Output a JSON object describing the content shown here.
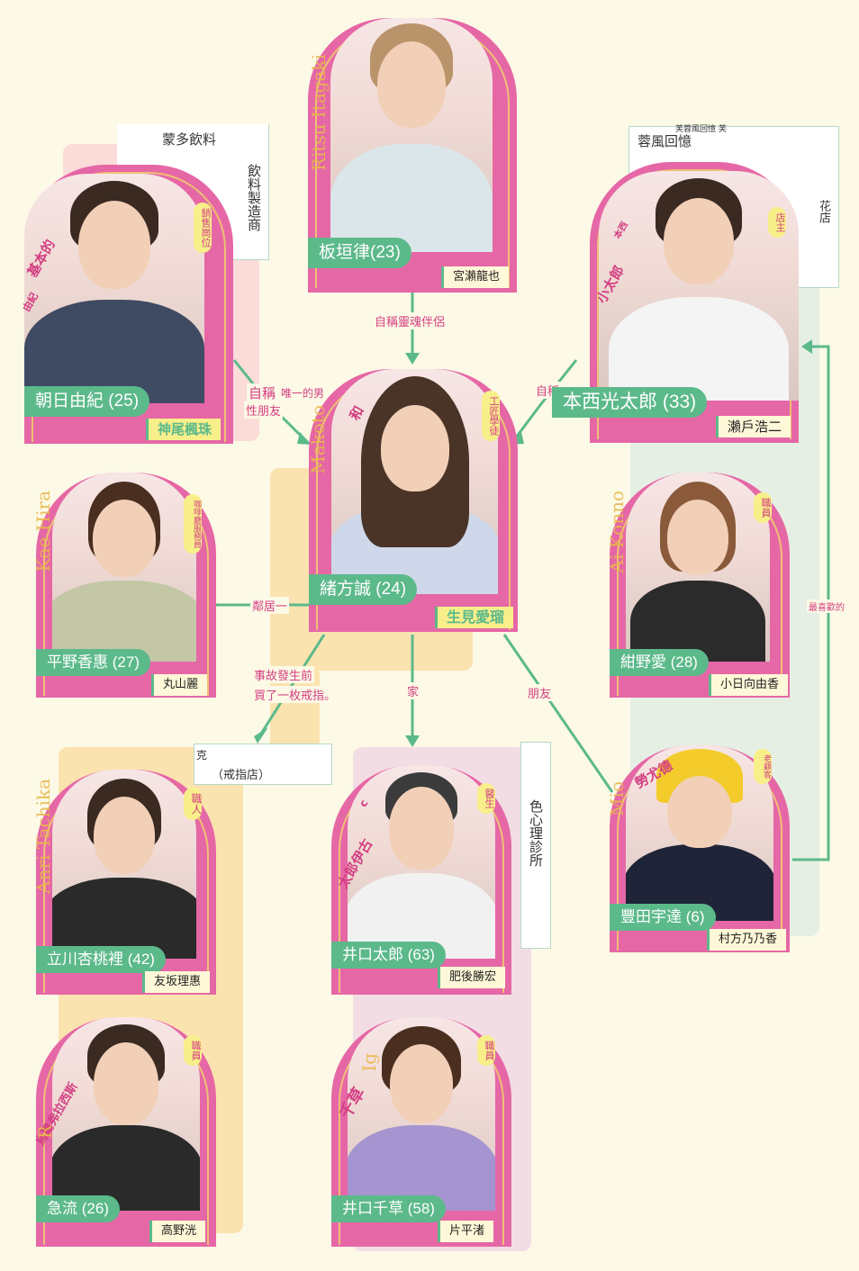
{
  "colors": {
    "background": "#fcf9e6",
    "pink": "#e667a6",
    "green": "#5cb98a",
    "yellow": "#f8ef8a",
    "rel_text": "#d43f83"
  },
  "characters": {
    "ritsu": {
      "name": "板垣律(23)",
      "actor": "宮瀨龍也",
      "romaji": "Ritsu Itagaki"
    },
    "yuki": {
      "name": "朝日由紀 (25)",
      "actor": "神尾楓珠",
      "role": "銷售崗位",
      "nick": "基本的",
      "nick2": "由紀"
    },
    "kotaro": {
      "name": "本西光太郎 (33)",
      "actor": "瀨戶浩二",
      "role": "店主",
      "nick": "小太郎",
      "nick2": "本西"
    },
    "makoto": {
      "name": "緒方誠 (24)",
      "actor": "生見愛瑠",
      "role": "工匠學徒",
      "romaji": "Makoto",
      "nick": "和"
    },
    "kae": {
      "name": "平野香惠 (27)",
      "actor": "丸山麗",
      "role": "咖啡廳服務員",
      "romaji": "Kae Hira"
    },
    "ai": {
      "name": "紺野愛 (28)",
      "actor": "小日向由香",
      "role": "職員",
      "romaji": "Ai Konno"
    },
    "anri": {
      "name": "立川杏桃裡 (42)",
      "actor": "友坂理惠",
      "role": "職人",
      "romaji": "Anri Tachika"
    },
    "taro": {
      "name": "井口太郎 (63)",
      "actor": "肥後勝宏",
      "role": "醫生",
      "nick": "太郎伊古",
      "nick2": "c"
    },
    "mio": {
      "name": "豐田宇達 (6)",
      "actor": "村方乃乃香",
      "role": "老顧客",
      "romaji": "Mio",
      "nick": "勞尤德"
    },
    "kyu": {
      "name": "急流 (26)",
      "actor": "高野洸",
      "role": "職員",
      "nick": "烏爾弗拉西斯",
      "romaji": "R"
    },
    "chigusa": {
      "name": "井口千草 (58)",
      "actor": "片平渚",
      "role": "職員",
      "nick": "千草",
      "romaji": "Ig"
    }
  },
  "places": {
    "drinks_company": "蒙多飲料",
    "drinks_maker": "飲料製造商",
    "flower_small": "芙蓉風回憶 芙",
    "flower_shop": "蓉風回憶",
    "flower_shop2": "花店",
    "ring_shop_a": "克",
    "ring_shop_b": "（戒指店）",
    "clinic": "色心理診所"
  },
  "relations": {
    "soulmate": "自稱靈魂伴侶",
    "self_a": "自稱",
    "self_b": "唯一的男",
    "self_c": "性朋友",
    "self_d": "自稱",
    "neighbor": "鄰居一",
    "ring_a": "事故發生前",
    "ring_b": "買了一枚戒指。",
    "family": "家",
    "friend": "朋友",
    "favorite": "最喜歡的"
  }
}
